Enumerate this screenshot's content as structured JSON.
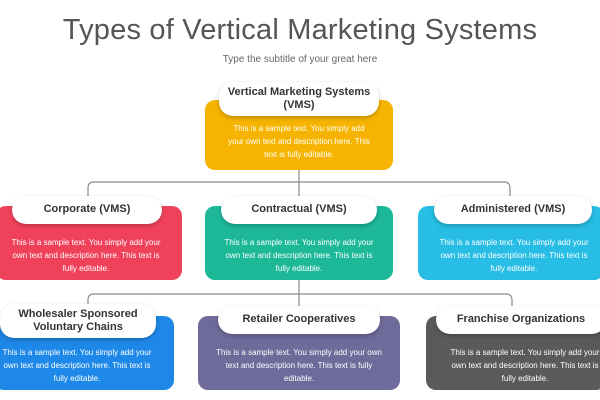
{
  "title": "Types of Vertical Marketing Systems",
  "subtitle": "Type the subtitle of your great here",
  "colors": {
    "yellow": "#F6B400",
    "red": "#F0415B",
    "teal": "#1DB898",
    "cyan": "#27BDE4",
    "blue": "#1E88E8",
    "purple": "#6E6A99",
    "gray": "#5A5A5A",
    "connector": "#8A8A8A"
  },
  "nodes": {
    "root": {
      "label": "Vertical Marketing Systems (VMS)",
      "text": "This is a sample text. You simply add your own text and description here. This text is fully editable."
    },
    "corporate": {
      "label": "Corporate (VMS)",
      "text": "This is a sample text. You simply add your own text and description here. This text is fully editable."
    },
    "contractual": {
      "label": "Contractual (VMS)",
      "text": "This is a sample text. You simply add your own text and description here. This text is fully editable."
    },
    "administered": {
      "label": "Administered (VMS)",
      "text": "This is a sample text. You simply add your own text and description here. This text is fully editable."
    },
    "wholesaler": {
      "label": "Wholesaler Sponsored Voluntary Chains",
      "text": "This is a sample text. You simply add your own text and description here. This text is fully editable."
    },
    "retailer": {
      "label": "Retailer Cooperatives",
      "text": "This is a sample text. You simply add your own text and description here. This text is fully editable."
    },
    "franchise": {
      "label": "Franchise Organizations",
      "text": "This is a sample text. You simply add your own text and description here. This text is fully editable."
    }
  }
}
